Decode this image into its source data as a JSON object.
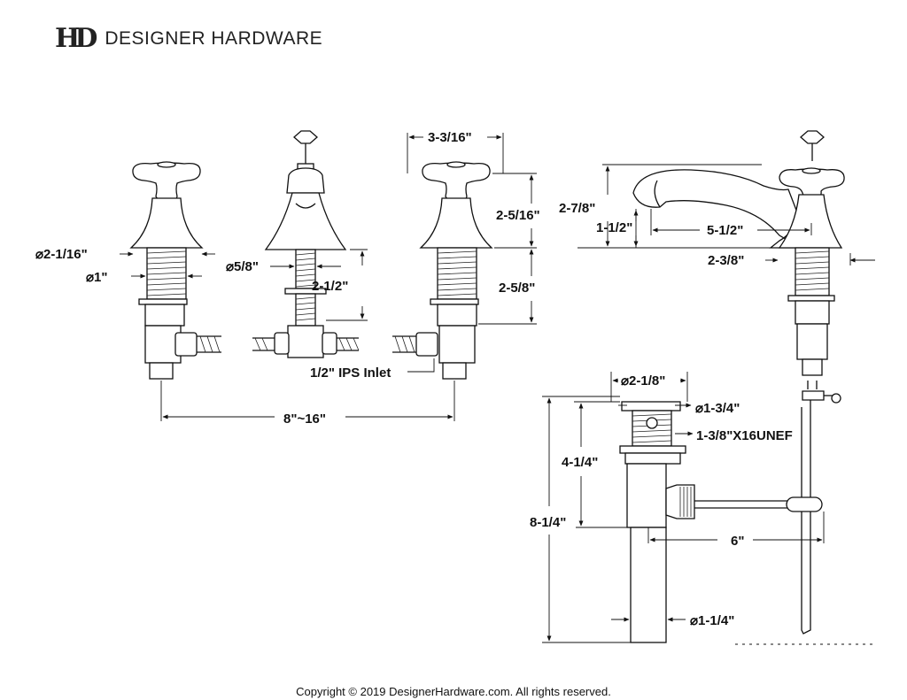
{
  "brand": {
    "logo": "HD",
    "name": "DESIGNER HARDWARE"
  },
  "dimensions": {
    "handle_dia": "⌀2-1/16\"",
    "stem_dia": "⌀1\"",
    "inlet_dia": "⌀5/8\"",
    "inlet_len": "2-1/2\"",
    "handle_width": "3-3/16\"",
    "handle_height": "2-5/16\"",
    "shank_height": "2-5/8\"",
    "ips_inlet": "1/2\" IPS Inlet",
    "spread": "8\"~16\"",
    "spout_height": "2-7/8\"",
    "spout_low": "1-1/2\"",
    "spout_reach": "5-1/2\"",
    "spout_base": "2-3/8\"",
    "drain_top": "⌀2-1/8\"",
    "drain_flange": "⌀1-3/4\"",
    "drain_thread": "1-3/8\"X16UNEF",
    "drain_upper": "4-1/4\"",
    "drain_total": "8-1/4\"",
    "pop_rod": "6\"",
    "tail_dia": "⌀1-1/4\""
  },
  "footer": {
    "copyright": "Copyright © 2019 DesignerHardware.com. All rights reserved."
  }
}
